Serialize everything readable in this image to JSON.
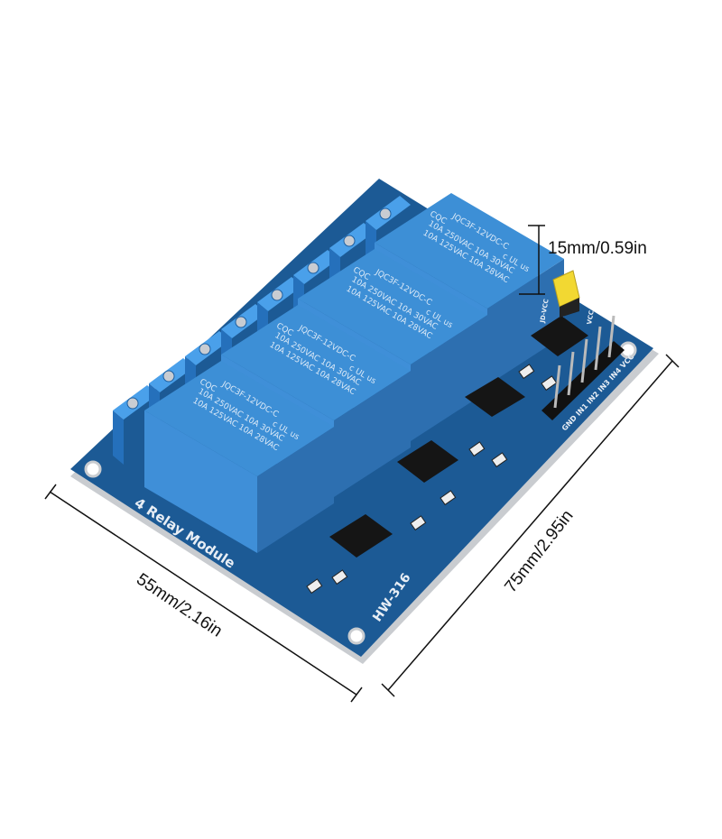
{
  "dimensions": {
    "height": "15mm/0.59in",
    "width": "55mm/2.16in",
    "length": "75mm/2.95in"
  },
  "board": {
    "title": "4 Relay Module",
    "model": "HW-316",
    "pin_header": "GND IN1 IN2 IN3 IN4 VCC",
    "jumper_labels": [
      "JD-VCC",
      "VCC"
    ]
  },
  "relay": {
    "model": "JQC3F-12VDC-C",
    "rating_1": "10A 250VAC 10A 30VAC",
    "rating_2": "10A 125VAC 10A 28VAC",
    "cert": "CQC",
    "ul": "c UL us"
  },
  "colors": {
    "pcb": "#1c5a95",
    "relay": "#3d8fd6",
    "terminal": "#2f86d8",
    "jumper": "#f2d832"
  }
}
